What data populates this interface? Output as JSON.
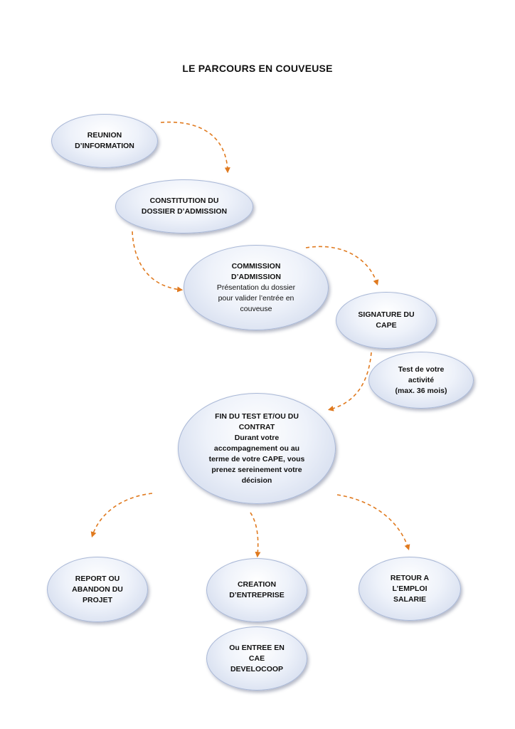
{
  "title": "LE PARCOURS EN COUVEUSE",
  "colors": {
    "arrow": "#e07a1f",
    "node_border": "#a8b7d6",
    "node_fill": "#eef2fa"
  },
  "nodes": {
    "reunion": {
      "line1": "REUNION",
      "line2": "D’INFORMATION"
    },
    "constitution": {
      "line1": "CONSTITUTION DU",
      "line2": "DOSSIER D’ADMISSION"
    },
    "commission": {
      "line1": "COMMISSION",
      "line2": "D’ADMISSION",
      "desc1": "Présentation du dossier",
      "desc2": "pour valider l’entrée en",
      "desc3": "couveuse"
    },
    "signature": {
      "line1": "SIGNATURE DU",
      "line2": "CAPE"
    },
    "test": {
      "line1": "Test de votre",
      "line2": "activité",
      "line3": "(max. 36 mois)"
    },
    "fin": {
      "line1": "FIN DU TEST ET/OU DU",
      "line2": "CONTRAT",
      "desc1": "Durant votre",
      "desc2": "accompagnement ou au",
      "desc3": "terme de votre CAPE, vous",
      "desc4": "prenez sereinement votre",
      "desc5": "décision"
    },
    "report": {
      "line1": "REPORT OU",
      "line2": "ABANDON DU",
      "line3": "PROJET"
    },
    "creation": {
      "line1": "CREATION",
      "line2": "D’ENTREPRISE"
    },
    "entree": {
      "line1": "Ou ENTREE EN",
      "line2": "CAE",
      "line3": "DEVELOCOOP"
    },
    "retour": {
      "line1": "RETOUR A",
      "line2": "L’EMPLOI",
      "line3": "SALARIE"
    }
  },
  "edges": [
    {
      "from": "reunion",
      "to": "constitution"
    },
    {
      "from": "constitution",
      "to": "commission"
    },
    {
      "from": "commission",
      "to": "signature"
    },
    {
      "from": "signature",
      "to": "fin"
    },
    {
      "from": "fin",
      "to": "report"
    },
    {
      "from": "fin",
      "to": "creation"
    },
    {
      "from": "fin",
      "to": "retour"
    }
  ]
}
